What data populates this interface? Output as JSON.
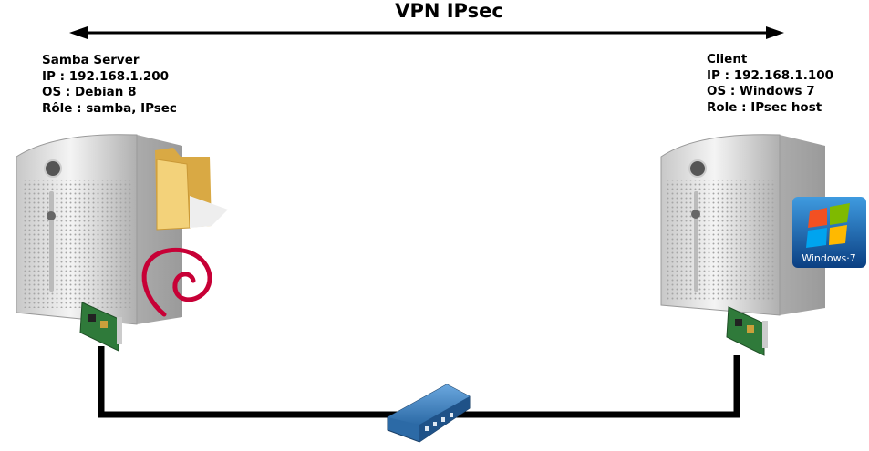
{
  "title": "VPN IPsec",
  "server": {
    "name": "Samba Server",
    "ip": "IP : 192.168.1.200",
    "os": "OS : Debian 8",
    "role": "Rôle : samba, IPsec"
  },
  "client": {
    "name": "Client",
    "ip": "IP : 192.168.1.100",
    "os": "OS : Windows 7",
    "role": "Role : IPsec host"
  },
  "windows_logo_text": "Windows·7",
  "colors": {
    "cable": "#000000",
    "switch": "#3a7ab8",
    "debian": "#c70036",
    "folder": "#e8c56b"
  }
}
